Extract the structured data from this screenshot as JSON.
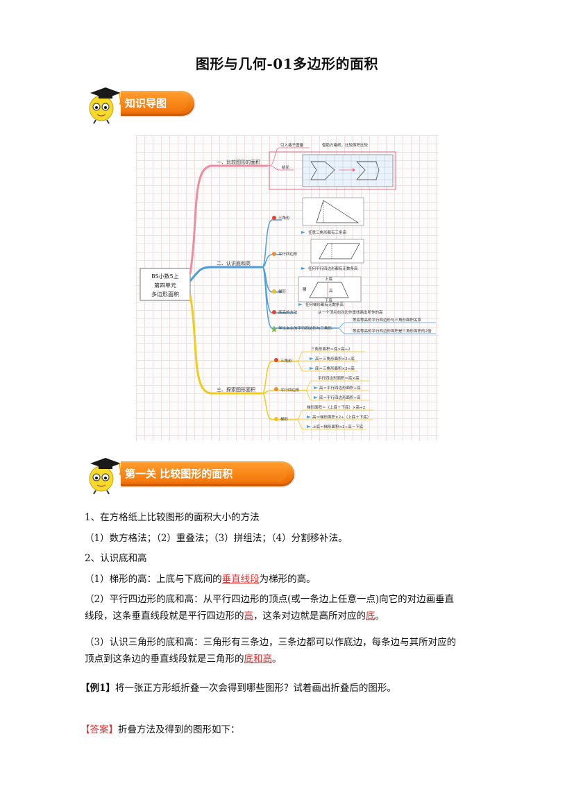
{
  "title": "图形与几何-01多边形的面积",
  "banners": {
    "map": "知识导图",
    "pass1": "第一关 比较图形的面积"
  },
  "mindmap": {
    "root": [
      "BS小数5上",
      "第四单元",
      "多边形面积"
    ],
    "branch1": {
      "label": "一、比较图形的面积",
      "items": [
        "引入格子图量",
        "借助方格纸，比较面积比较",
        "结论"
      ]
    },
    "branch2": {
      "label": "二、认识底和高",
      "items": [
        "三角形",
        "任意三角形都有三条高",
        "平行四边形",
        "任何平行四边形都有无数条高",
        "梯形",
        "上底",
        "下底",
        "高",
        "腰",
        "任何梯形都有无数条高",
        "画高的方法",
        "从一个顶点向对边作垂线画出所作的高",
        "学生自主的平行四边形与三角形",
        "等底等高的平行四边形与三角形面积关系",
        "等底等高的平行四边形面积是三角形面积的2倍"
      ]
    },
    "branch3": {
      "label": "三、探索图形面积",
      "items": [
        "三角形",
        "三角形面积＝底×高÷2",
        "高＝三角形面积×2÷底",
        "底＝三角形面积×2÷高",
        "平行四边形",
        "平行四边形面积＝底×高",
        "高＝平行四边形面积÷底",
        "底＝平行四边形面积÷高",
        "梯形",
        "梯形面积＝（上底＋下底）×高÷2",
        "高＝梯形面积×2÷（上底＋下底）",
        "上底＝梯形面积×2÷高－下底"
      ]
    }
  },
  "body": {
    "h1": "1、在方格纸上比较图形的面积大小的方法",
    "p1": "（1）数方格法；（2）重叠法；（3）拼组法；（4）分割移补法。",
    "h2": "2、认识底和高",
    "p2a": "（1）梯形的高：上底与下底间的",
    "p2b": "垂直线段",
    "p2c": "为梯形的高。",
    "p3a": "（2）平行四边形的底和高：从平行四边形的顶点(或一条边上任意一点)向它的对边画垂直",
    "p3b": "线段，这条垂直线段就是平行四边形的",
    "p3c": "高",
    "p3d": "，这条对边就是高所对应的",
    "p3e": "底",
    "p3f": "。",
    "p4a": "（3）认识三角形的底和高：三角形有三条边，三条边都可以作底边，每条边与其所对应的",
    "p4b": "顶点到这条边的垂直线段就是三角形的",
    "p4c": "底和高",
    "p4d": "。",
    "ex_tag": "【例1】",
    "ex_text": "将一张正方形纸折叠一次会得到哪些图形？试着画出折叠后的图形。",
    "ans_tag": "【答案】",
    "ans_text": "折叠方法及得到的图形如下："
  },
  "colors": {
    "banner_orange": "#f27a0b",
    "highlight_red": "#e23030"
  }
}
